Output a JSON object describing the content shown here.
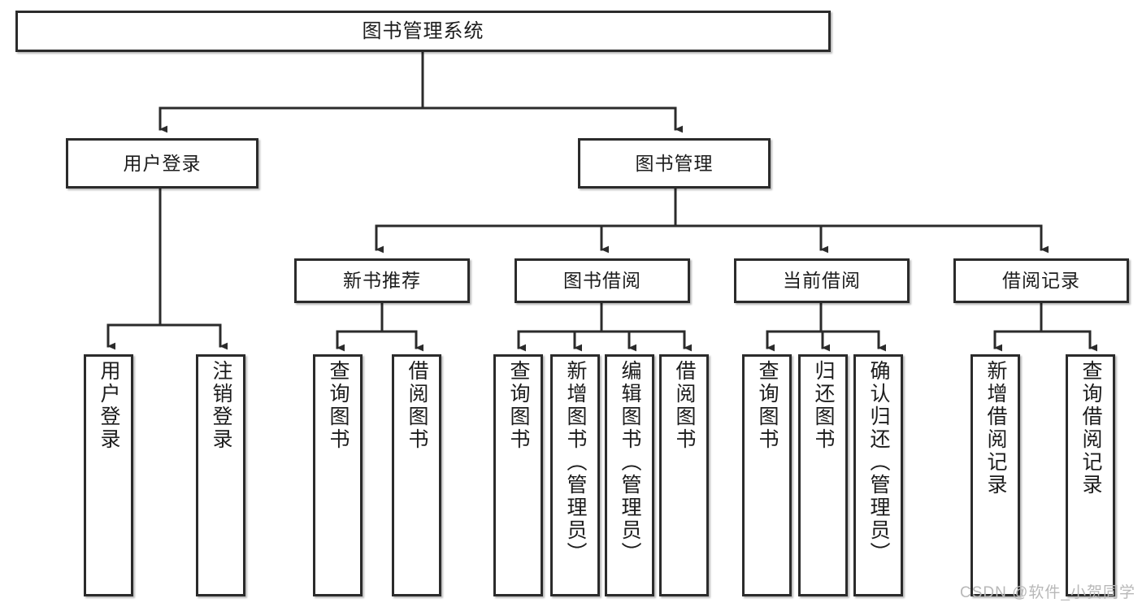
{
  "diagram": {
    "title": "图书管理系统",
    "type": "functional-structure-tree",
    "root": {
      "label": "图书管理系统"
    },
    "level2": [
      {
        "label": "用户登录"
      },
      {
        "label": "图书管理"
      }
    ],
    "level3": [
      {
        "label": "新书推荐"
      },
      {
        "label": "图书借阅"
      },
      {
        "label": "当前借阅"
      },
      {
        "label": "借阅记录"
      }
    ],
    "leaves": {
      "user_login": [
        {
          "label": "用户登录"
        },
        {
          "label": "注销登录"
        }
      ],
      "new_book_recommend": [
        {
          "label": "查询图书"
        },
        {
          "label": "借阅图书"
        }
      ],
      "book_borrow": [
        {
          "label": "查询图书"
        },
        {
          "label": "新增图书（管理员）"
        },
        {
          "label": "编辑图书（管理员）"
        },
        {
          "label": "借阅图书"
        }
      ],
      "current_borrow": [
        {
          "label": "查询图书"
        },
        {
          "label": "归还图书"
        },
        {
          "label": "确认归还（管理员）"
        }
      ],
      "borrow_record": [
        {
          "label": "新增借阅记录"
        },
        {
          "label": "查询借阅记录"
        }
      ]
    }
  },
  "watermark": {
    "text": "CSDN @软件_小贺同学"
  },
  "colors": {
    "background": "#ffffff",
    "box_border": "#2b2b2b",
    "box_fill": "#ffffff",
    "text": "#1c1c1c",
    "connector": "#2b2b2b",
    "watermark": "#b8b8b8"
  }
}
